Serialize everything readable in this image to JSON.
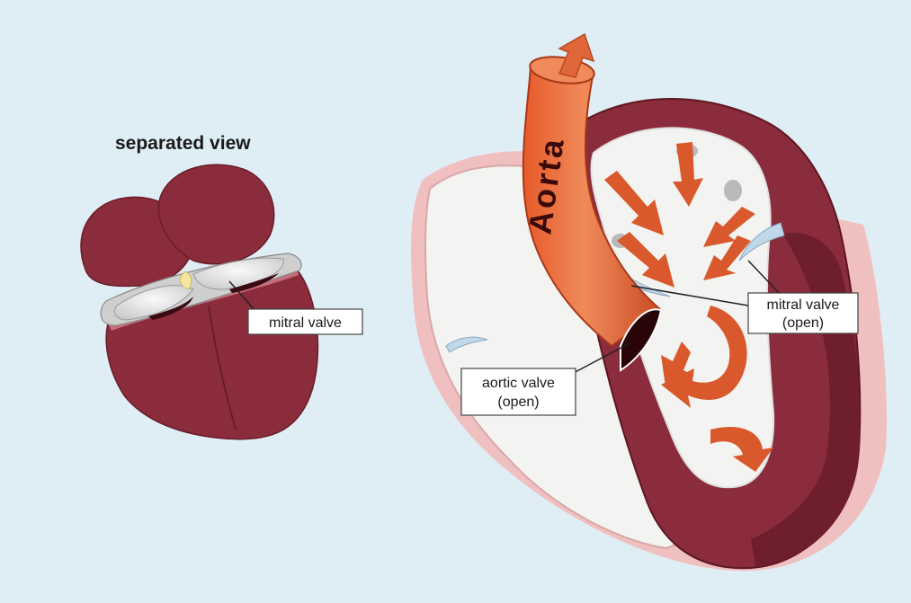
{
  "separated_view": {
    "title": "separated view",
    "mitral_valve_label": "mitral valve"
  },
  "heart": {
    "aorta_label": "Aorta",
    "mitral_valve_label_line1": "mitral valve",
    "mitral_valve_label_line2": "(open)",
    "aortic_valve_label_line1": "aortic valve",
    "aortic_valve_label_line2": "(open)"
  },
  "colors": {
    "background": "#dfeef5",
    "muscle": "#8a2c3c",
    "muscle_dark": "#5e1622",
    "chamber": "#f3f3f1",
    "aorta": "#e0673a",
    "arrow": "#d9582c",
    "outer_wall": "#f0c0c0"
  }
}
